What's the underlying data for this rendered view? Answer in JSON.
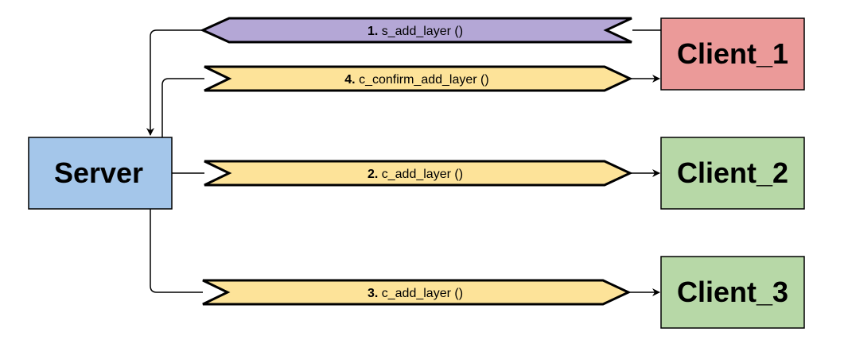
{
  "nodes": {
    "server": {
      "label": "Server",
      "color": "#a4c6ea"
    },
    "client_1": {
      "label": "Client_1",
      "color": "#eb9a99"
    },
    "client_2": {
      "label": "Client_2",
      "color": "#b7d8a7"
    },
    "client_3": {
      "label": "Client_3",
      "color": "#b7d8a7"
    }
  },
  "messages": [
    {
      "number": "1.",
      "name": "s_add_layer ()",
      "color": "#b4a7d6",
      "from": "Client_1",
      "to": "Server"
    },
    {
      "number": "4.",
      "name": "c_confirm_add_layer ()",
      "color": "#fde399",
      "from": "Server",
      "to": "Client_1"
    },
    {
      "number": "2.",
      "name": "c_add_layer ()",
      "color": "#fde399",
      "from": "Server",
      "to": "Client_2"
    },
    {
      "number": "3.",
      "name": "c_add_layer ()",
      "color": "#fde399",
      "from": "Server",
      "to": "Client_3"
    }
  ]
}
